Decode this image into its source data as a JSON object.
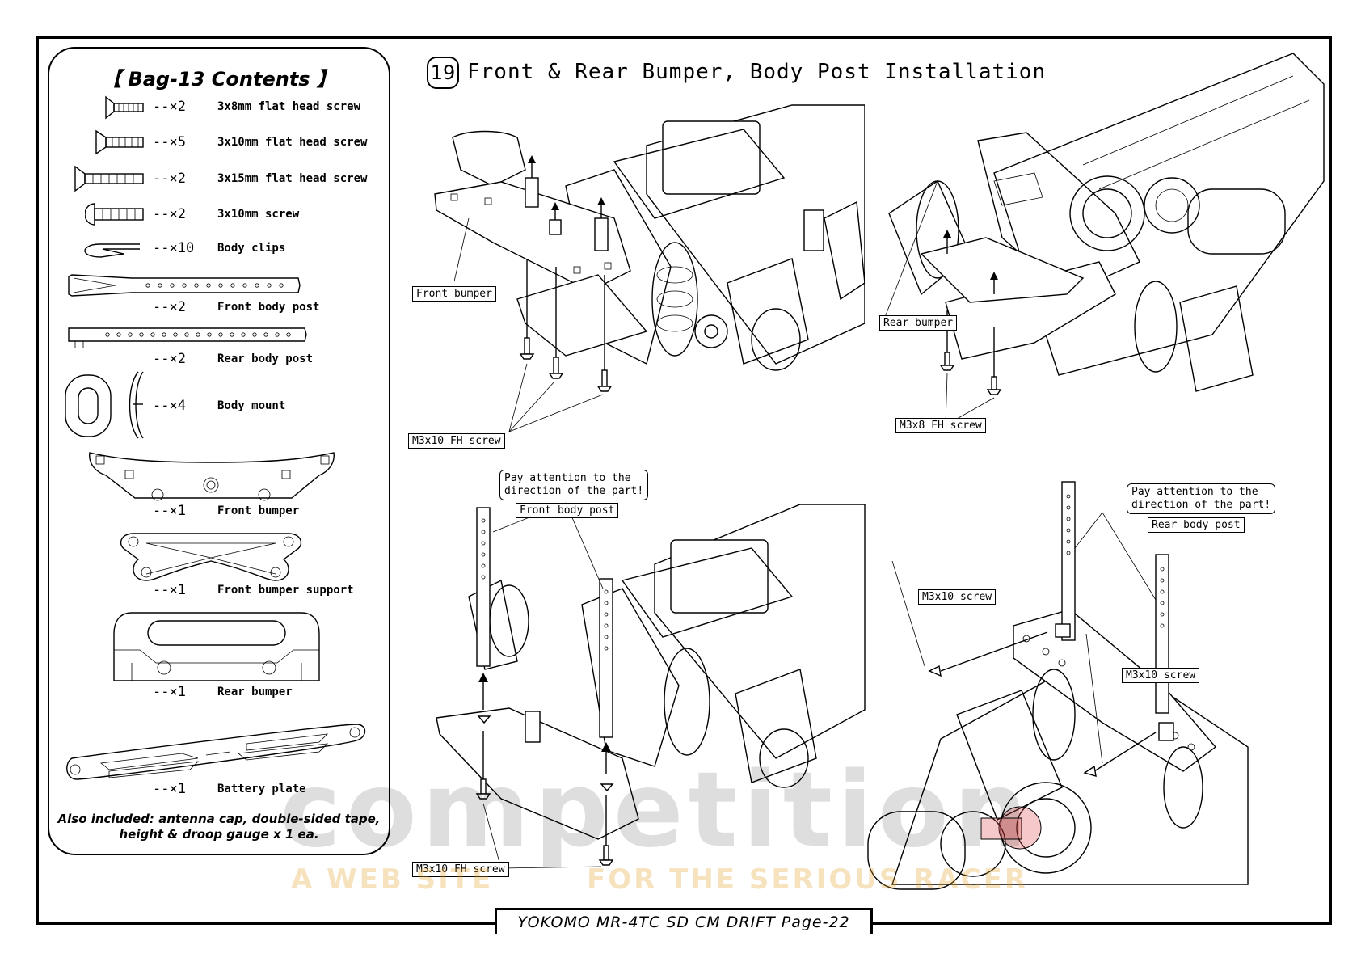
{
  "contents": {
    "title": "【 Bag-13 Contents 】",
    "parts": [
      {
        "qty": "--×2",
        "name": "3x8mm flat head screw",
        "icon": "flat-head-screw-icon"
      },
      {
        "qty": "--×5",
        "name": "3x10mm flat head screw",
        "icon": "flat-head-screw-icon"
      },
      {
        "qty": "--×2",
        "name": "3x15mm flat head screw",
        "icon": "flat-head-screw-icon"
      },
      {
        "qty": "--×2",
        "name": "3x10mm screw",
        "icon": "button-head-screw-icon"
      },
      {
        "qty": "--×10",
        "name": "Body clips",
        "icon": "body-clip-icon"
      },
      {
        "qty": "--×2",
        "name": "Front body post",
        "icon": "front-body-post-icon"
      },
      {
        "qty": "--×2",
        "name": "Rear body post",
        "icon": "rear-body-post-icon"
      },
      {
        "qty": "--×4",
        "name": "Body mount",
        "icon": "body-mount-icon"
      },
      {
        "qty": "--×1",
        "name": "Front bumper",
        "icon": "front-bumper-icon"
      },
      {
        "qty": "--×1",
        "name": "Front bumper support",
        "icon": "front-bumper-support-icon"
      },
      {
        "qty": "--×1",
        "name": "Rear bumper",
        "icon": "rear-bumper-icon"
      },
      {
        "qty": "--×1",
        "name": "Battery plate",
        "icon": "battery-plate-icon"
      }
    ],
    "also_line1": "Also included: antenna cap, double-sided tape,",
    "also_line2": "height & droop gauge  x 1 ea."
  },
  "step": {
    "number": "19",
    "title": "Front & Rear Bumper, Body Post Installation"
  },
  "panels": {
    "top_left": {
      "label_part": "Front bumper",
      "label_screw": "M3x10 FH screw"
    },
    "top_right": {
      "label_part": "Rear bumper",
      "label_screw": "M3x8 FH screw"
    },
    "bottom_left": {
      "note_line1": "Pay attention to the",
      "note_line2": "direction of the part!",
      "label_part": "Front body post",
      "label_screw": "M3x10 FH screw"
    },
    "bottom_right": {
      "note_line1": "Pay attention to the",
      "note_line2": "direction of the part!",
      "label_part": "Rear body post",
      "label_screw_left": "M3x10 screw",
      "label_screw_right": "M3x10 screw"
    }
  },
  "watermark": {
    "main": "competition",
    "sub_left": "A WEB SITE",
    "sub_right": "FOR THE SERIOUS RACER"
  },
  "footer": {
    "text": "YOKOMO MR-4TC SD CM DRIFT   Page-22"
  }
}
